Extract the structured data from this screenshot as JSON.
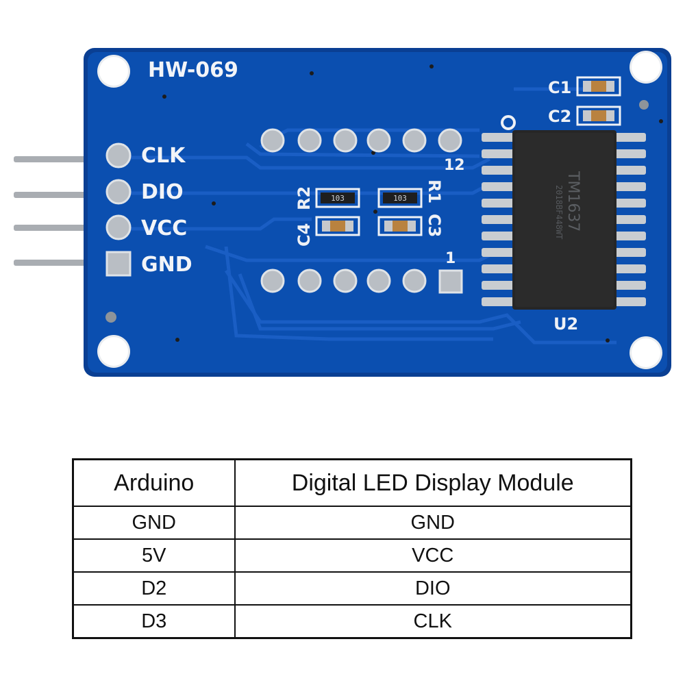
{
  "board": {
    "model": "HW-069",
    "pins": [
      "CLK",
      "DIO",
      "VCC",
      "GND"
    ],
    "components": {
      "c1": "C1",
      "c2": "C2",
      "c3": "C3",
      "c4": "C4",
      "r1": "R1",
      "r2": "R2",
      "r1_code": "103",
      "r2_code": "103",
      "u2": "U2",
      "pin_1": "1",
      "pin_12": "12"
    },
    "chip_marking": "TM1637",
    "chip_subline": "2018BF448WT",
    "colors": {
      "pcb": "#0b4fb0",
      "pcb_edge": "#0a3f93",
      "trace": "#1a5ec4",
      "pad": "#b9bec4",
      "chip": "#262626",
      "chip_leg": "#c9cdd1",
      "silkscreen": "#f2f4f8"
    }
  },
  "table": {
    "headers": [
      "Arduino",
      "Digital LED Display Module"
    ],
    "rows": [
      [
        "GND",
        "GND"
      ],
      [
        "5V",
        "VCC"
      ],
      [
        "D2",
        "DIO"
      ],
      [
        "D3",
        "CLK"
      ]
    ]
  }
}
